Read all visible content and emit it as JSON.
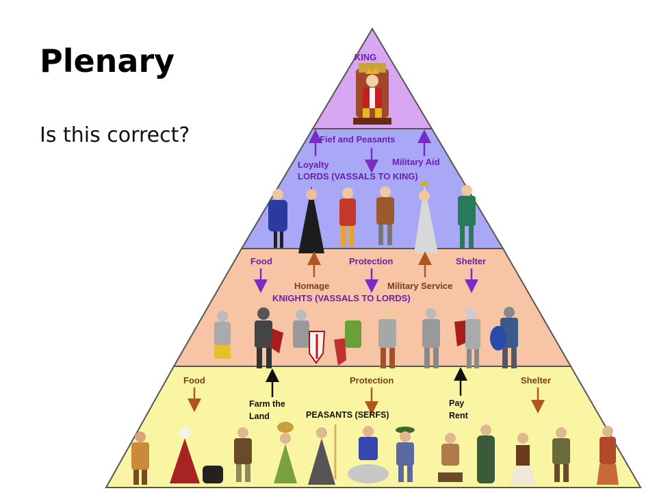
{
  "slide": {
    "title": "Plenary",
    "body": "Is this correct?"
  },
  "pyramid": {
    "tiers": [
      {
        "id": "king",
        "label": "KING",
        "fill": "#d8a7f2"
      },
      {
        "id": "lords",
        "label": "LORDS (VASSALS TO KING)",
        "fill": "#a9a8f7",
        "arrows_up": [
          "Loyalty",
          "Military Aid"
        ],
        "arrows_down": [
          "Fief and Peasants"
        ]
      },
      {
        "id": "knights",
        "label": "KNIGHTS (VASSALS TO LORDS)",
        "fill": "#f7c4a5",
        "arrows_up": [
          "Homage",
          "Military Service"
        ],
        "arrows_down": [
          "Food",
          "Protection",
          "Shelter"
        ]
      },
      {
        "id": "peasants",
        "label": "PEASANTS (SERFS)",
        "fill": "#faf5a2",
        "arrows_up": [
          "Farm the Land",
          "Pay Rent"
        ],
        "arrows_down": [
          "Food",
          "Protection",
          "Shelter"
        ]
      }
    ],
    "labels": {
      "king": "KING",
      "fief": "Fief and Peasants",
      "loyalty": "Loyalty",
      "military_aid": "Military Aid",
      "lords": "LORDS (VASSALS TO KING)",
      "food1": "Food",
      "protection1": "Protection",
      "shelter1": "Shelter",
      "homage": "Homage",
      "military_service": "Military Service",
      "knights": "KNIGHTS (VASSALS TO LORDS)",
      "food2": "Food",
      "protection2": "Protection",
      "shelter2": "Shelter",
      "farm_line1": "Farm the",
      "farm_line2": "Land",
      "peasants": "PEASANTS (SERFS)",
      "pay_line1": "Pay",
      "rent_line2": "Rent"
    },
    "colors": {
      "outline": "#555555",
      "arrow_purple": "#7a2bc4",
      "arrow_brown": "#b0551c",
      "arrow_black": "#111111"
    },
    "figures": {
      "king": [
        "king-on-throne"
      ],
      "lords": [
        "lord-green-cloak",
        "lord-dark-robe",
        "lord-red-tunic",
        "lord-brown-tunic",
        "bishop",
        "lord-green-cap"
      ],
      "knights": [
        "knight-yellow",
        "knight-dark-armor",
        "knight-red-cross",
        "knight-green",
        "knight-silver",
        "knight-plain",
        "knight-red-shield",
        "knight-blue-shield"
      ],
      "peasants": [
        "peasant-hoe",
        "peasant-cauldron",
        "peasant-bowl",
        "peasant-basket",
        "monk",
        "peasant-seated",
        "peasant-hat",
        "peasant-cobbler",
        "peasant-robe",
        "peasant-woman",
        "peasant-child",
        "peasant-rake"
      ]
    }
  }
}
